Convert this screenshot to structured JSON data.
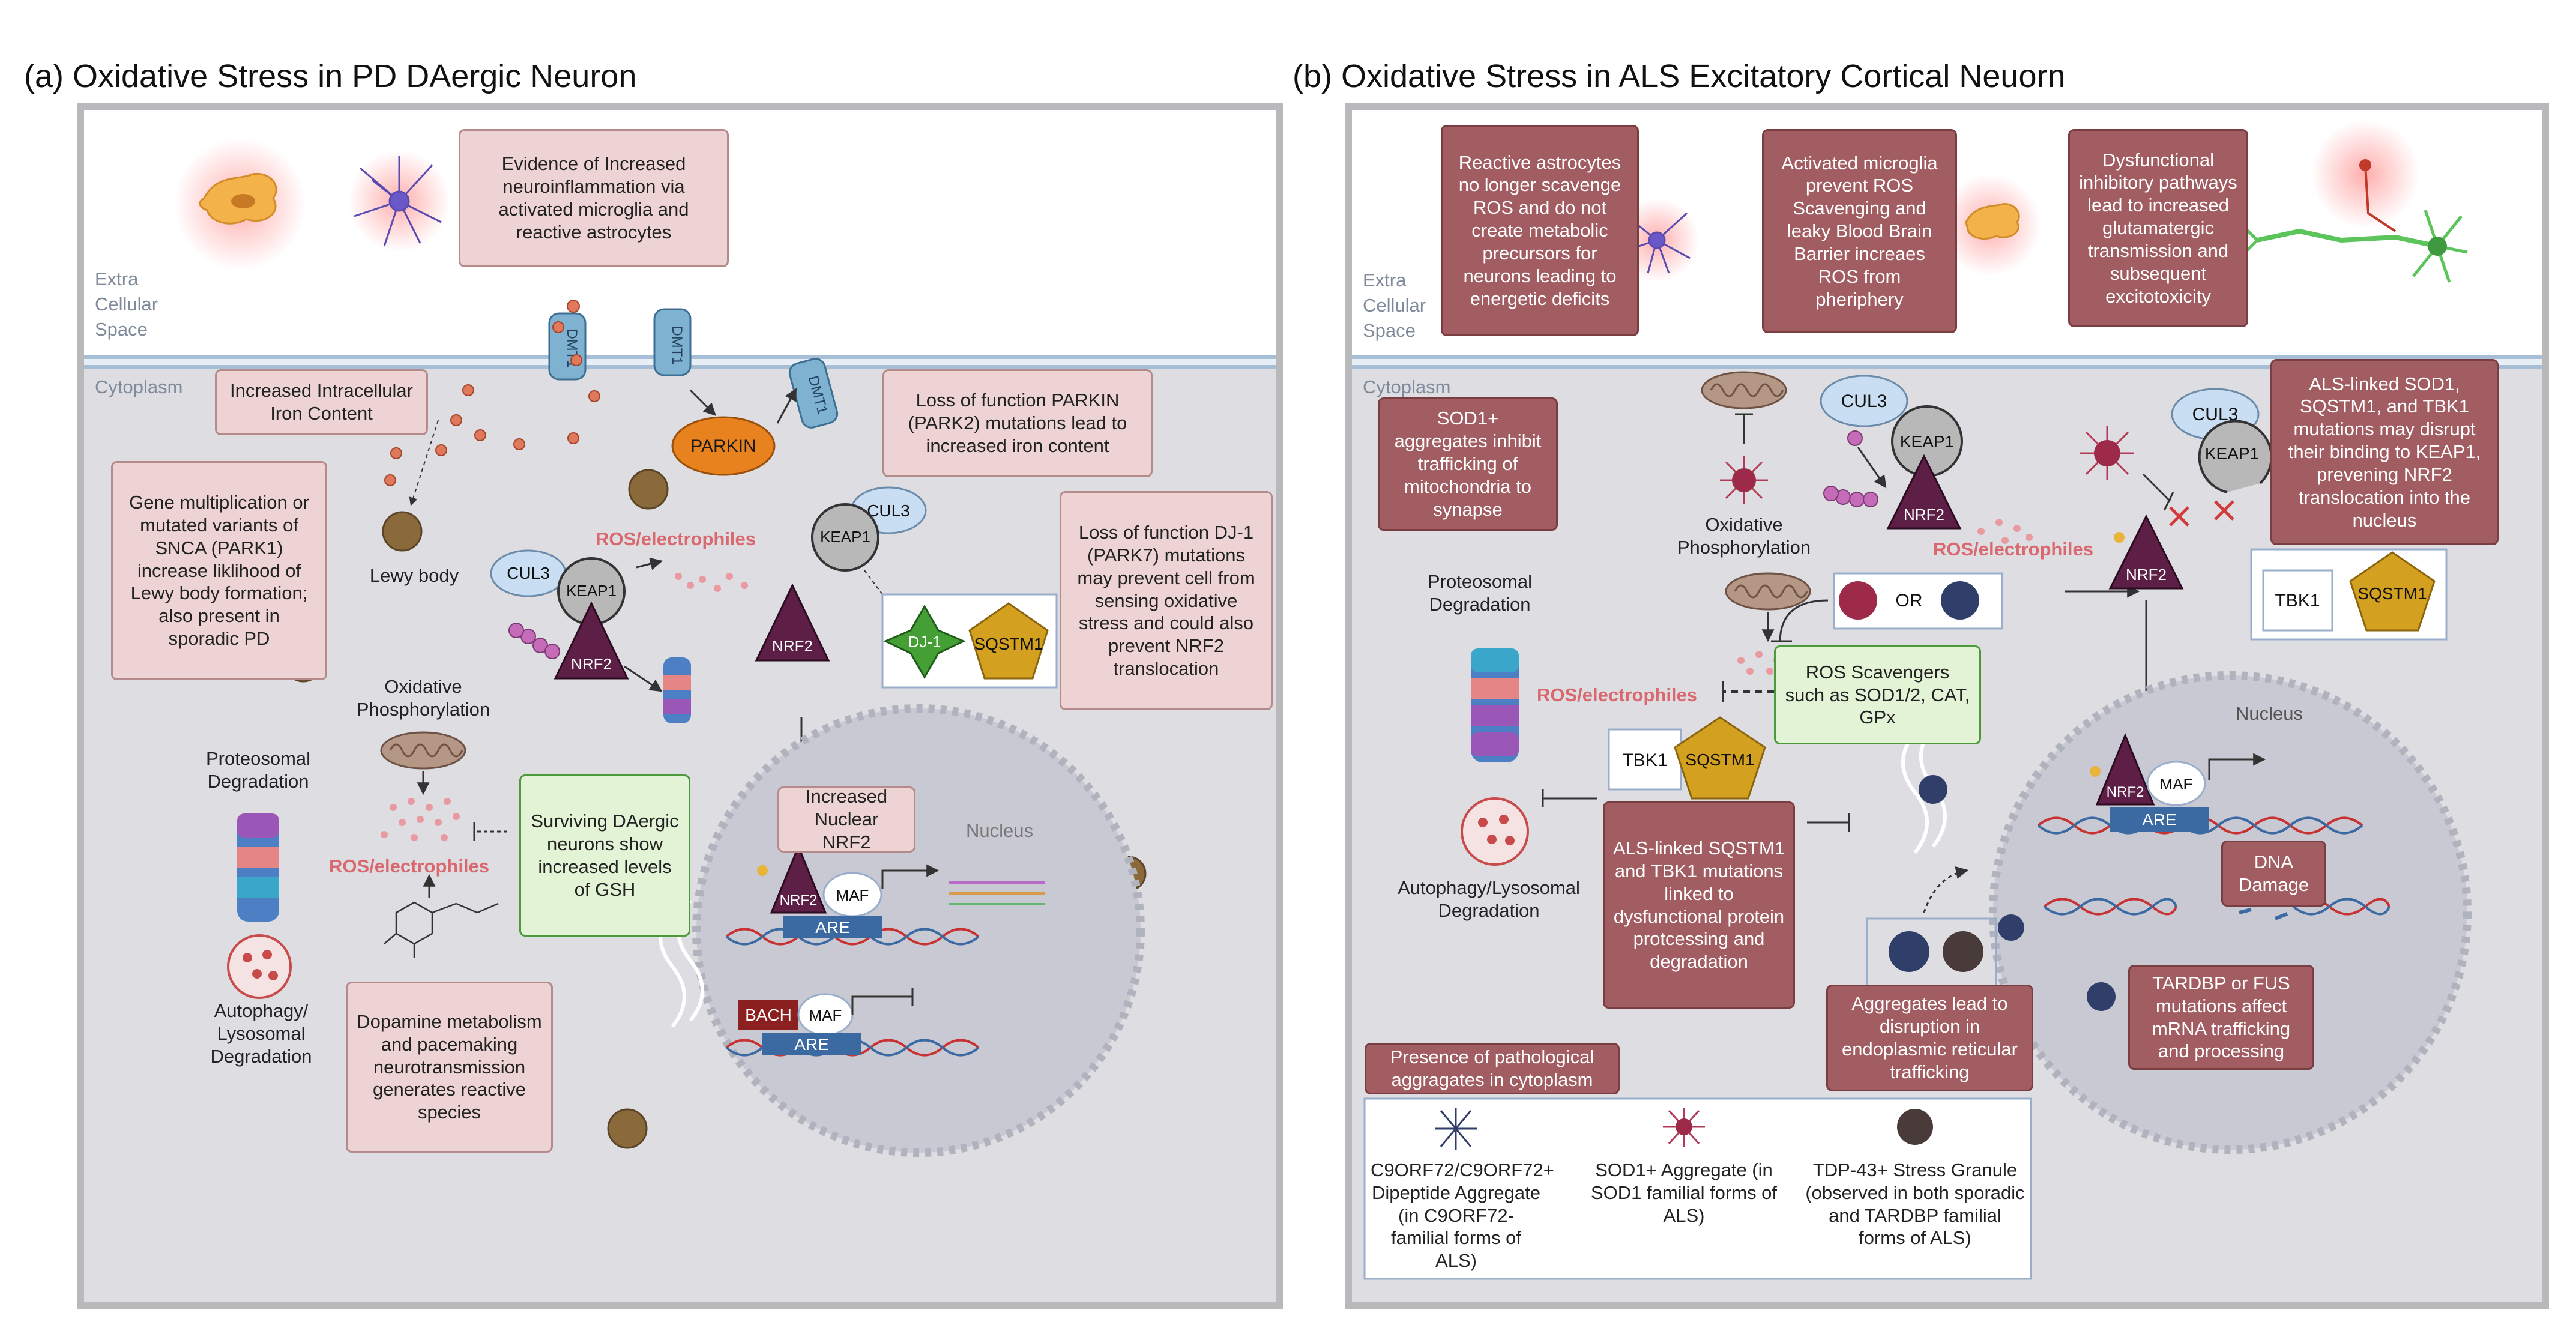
{
  "panel_a": {
    "tag": "(a)",
    "title": "Oxidative Stress in PD DAergic Neuron",
    "extra_label": "Extra Cellular Space",
    "cyto_label": "Cytoplasm",
    "neuroinflammation": "Evidence of Increased neuroinflammation via activated microglia and reactive astrocytes",
    "iron_content": "Increased Intracellular Iron Content",
    "parkin_box": "Loss of function PARKIN (PARK2) mutations lead to increased iron content",
    "snca_box": "Gene multiplication or mutated variants of SNCA (PARK1) increase liklihood of Lewy body formation; also present in sporadic PD",
    "dj1_box": "Loss of function DJ-1 (PARK7) mutations may prevent cell from sensing oxidative stress and could also prevent NRF2 translocation",
    "gsh_box": "Surviving DAergic neurons show increased levels of GSH",
    "dopamine_box": "Dopamine metabolism and pacemaking neurotransmission generates reactive species",
    "nuclear_nrf2": "Increased Nuclear NRF2",
    "lewy_body": "Lewy body",
    "ox_phos": "Oxidative Phosphorylation",
    "proteosomal": "Proteosomal Degradation",
    "autophagy": "Autophagy/ Lysosomal Degradation",
    "nucleus": "Nucleus",
    "ros1": "ROS/electrophiles",
    "ros2": "ROS/electrophiles",
    "dmt1": "DMT1",
    "parkin": "PARKIN",
    "cul3": "CUL3",
    "keap1": "KEAP1",
    "nrf2": "NRF2",
    "dj1": "DJ-1",
    "sqstm1": "SQSTM1",
    "maf": "MAF",
    "are": "ARE",
    "bach": "BACH"
  },
  "panel_b": {
    "tag": "(b)",
    "title": "Oxidative Stress in ALS Excitatory Cortical Neuorn",
    "extra_label": "Extra Cellular Space",
    "cyto_label": "Cytoplasm",
    "astro_box": "Reactive astrocytes no longer scavenge ROS and do not create metabolic precursors for neurons leading to energetic deficits",
    "microglia_box": "Activated microglia prevent ROS Scavenging and leaky Blood Brain Barrier increaes ROS from pheriphery",
    "inhib_box": "Dysfunctional inhibitory pathways lead to increased glutamatergic transmission and subsequent excitotoxicity",
    "sod1_box": "SOD1+ aggregates inhibit trafficking of mitochondria to synapse",
    "als_keap_box": "ALS-linked SOD1, SQSTM1, and TBK1 mutations may disrupt their binding to KEAP1, prevening NRF2 translocation into the nucleus",
    "scavengers_box": "ROS Scavengers such as SOD1/2, CAT, GPx",
    "sqstm_box": "ALS-linked SQSTM1 and TBK1 mutations linked to dysfunctional protein protcessing and degradation",
    "dna_damage": "DNA Damage",
    "tardbp_box": "TARDBP or FUS mutations affect mRNA trafficking and processing",
    "er_box": "Aggregates lead to disruption in endoplasmic reticular trafficking",
    "pathological_box": "Presence of pathological aggragates in cytoplasm",
    "legend_c9": "C9ORF72/C9ORF72+ Dipeptide Aggregate (in C9ORF72-familial forms of ALS)",
    "legend_sod1": "SOD1+ Aggregate (in SOD1 familial forms of ALS)",
    "legend_tdp": "TDP-43+ Stress Granule (observed in both sporadic and TARDBP familial forms of ALS)",
    "ox_phos": "Oxidative Phosphorylation",
    "proteosomal": "Proteosomal Degradation",
    "autophagy": "Autophagy/Lysosomal Degradation",
    "nucleus": "Nucleus",
    "ros1": "ROS/electrophiles",
    "ros2": "ROS/electrophiles",
    "or": "OR",
    "cul3a": "CUL3",
    "keap1a": "KEAP1",
    "nrf2a": "NRF2",
    "cul3b": "CUL3",
    "keap1b": "KEAP1",
    "nrf2b": "NRF2",
    "nrf2c": "NRF2",
    "tbk1a": "TBK1",
    "sqstm1a": "SQSTM1",
    "tbk1b": "TBK1",
    "sqstm1b": "SQSTM1",
    "maf": "MAF",
    "are": "ARE"
  },
  "colors": {
    "panel_border": "#b9b9bb",
    "cytoplasm": "#dddde2",
    "pink_box": "#edd3d3",
    "dark_box": "#a15d61",
    "green_box": "#e3f4d6",
    "nrf2": "#5e1f47",
    "keap1": "#b8b8b8",
    "cul3": "#c9def2",
    "parkin": "#e8821e",
    "sqstm1": "#d4a020",
    "dj1": "#44a035",
    "are": "#3b6aa3",
    "bach": "#8c1f1f",
    "ros": "#d9686f"
  },
  "icons": [
    "astrocyte-icon",
    "microglia-icon",
    "neuron-icon",
    "mitochondrion-icon",
    "proteasome-icon",
    "lysosome-icon",
    "lewy-body-icon",
    "dna-icon",
    "dopamine-icon",
    "aggregate-icon",
    "endoplasmic-reticulum-icon"
  ]
}
